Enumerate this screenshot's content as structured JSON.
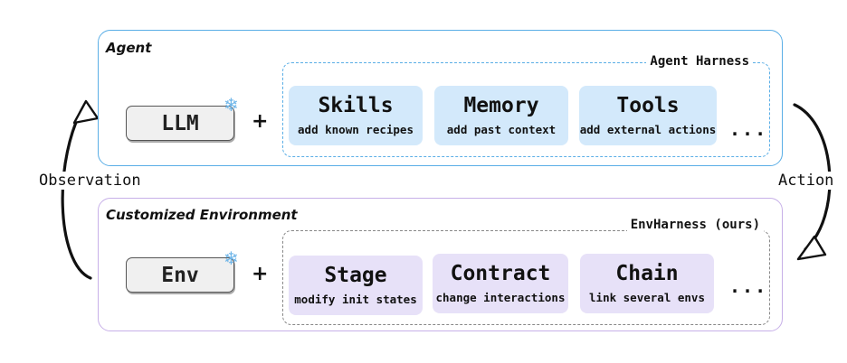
{
  "agent": {
    "title": "Agent",
    "harness_title": "Agent Harness",
    "core": {
      "label": "LLM",
      "frozen_icon": "snowflake-icon"
    },
    "plus": "+",
    "modules": [
      {
        "name": "Skills",
        "desc": "add known recipes"
      },
      {
        "name": "Memory",
        "desc": "add past context"
      },
      {
        "name": "Tools",
        "desc": "add external actions"
      }
    ],
    "ellipsis": "...",
    "accent_color": "#5aaee6",
    "module_color": "#d3e9fb"
  },
  "environment": {
    "title": "Customized Environment",
    "harness_title": "EnvHarness (ours)",
    "core": {
      "label": "Env",
      "frozen_icon": "snowflake-icon"
    },
    "plus": "+",
    "modules": [
      {
        "name": "Stage",
        "desc": "modify init states"
      },
      {
        "name": "Contract",
        "desc": "change interactions"
      },
      {
        "name": "Chain",
        "desc": "link several envs"
      }
    ],
    "ellipsis": "...",
    "accent_color": "#c7b0e8",
    "module_color": "#e7e1f8"
  },
  "loop": {
    "observation_label": "Observation",
    "action_label": "Action"
  }
}
